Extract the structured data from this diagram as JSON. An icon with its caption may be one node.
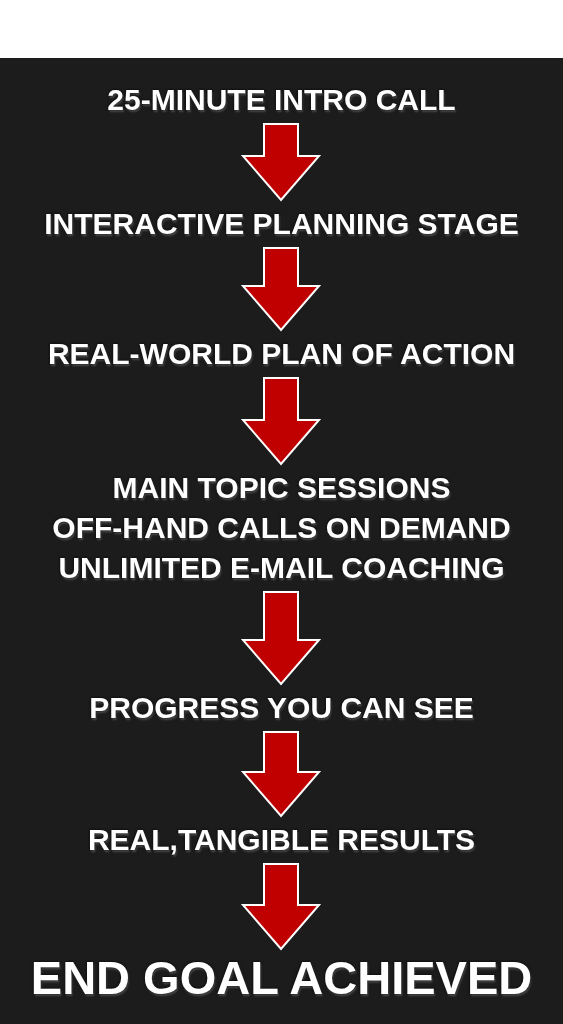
{
  "diagram": {
    "nodes": [
      {
        "text": [
          "25-MINUTE INTRO CALL"
        ]
      },
      {
        "text": [
          "INTERACTIVE PLANNING STAGE"
        ]
      },
      {
        "text": [
          "REAL-WORLD PLAN OF ACTION"
        ]
      },
      {
        "text": [
          "MAIN TOPIC SESSIONS",
          "OFF-HAND CALLS ON DEMAND",
          "UNLIMITED E-MAIL COACHING"
        ]
      },
      {
        "text": [
          "PROGRESS YOU CAN SEE"
        ]
      },
      {
        "text": [
          "REAL,TANGIBLE RESULTS"
        ]
      },
      {
        "text": [
          "END GOAL ACHIEVED"
        ]
      }
    ],
    "edges": [
      {
        "from": 0,
        "to": 1,
        "arrow": "to",
        "style": "thick",
        "color": "#c00000"
      },
      {
        "from": 1,
        "to": 2,
        "arrow": "to",
        "style": "thick",
        "color": "#c00000"
      },
      {
        "from": 2,
        "to": 3,
        "arrow": "to",
        "style": "thick",
        "color": "#c00000"
      },
      {
        "from": 3,
        "to": 4,
        "arrow": "to",
        "style": "thick",
        "color": "#c00000"
      },
      {
        "from": 4,
        "to": 5,
        "arrow": "to",
        "style": "thick",
        "color": "#c00000"
      },
      {
        "from": 5,
        "to": 6,
        "arrow": "to",
        "style": "thick",
        "color": "#c00000"
      }
    ]
  }
}
